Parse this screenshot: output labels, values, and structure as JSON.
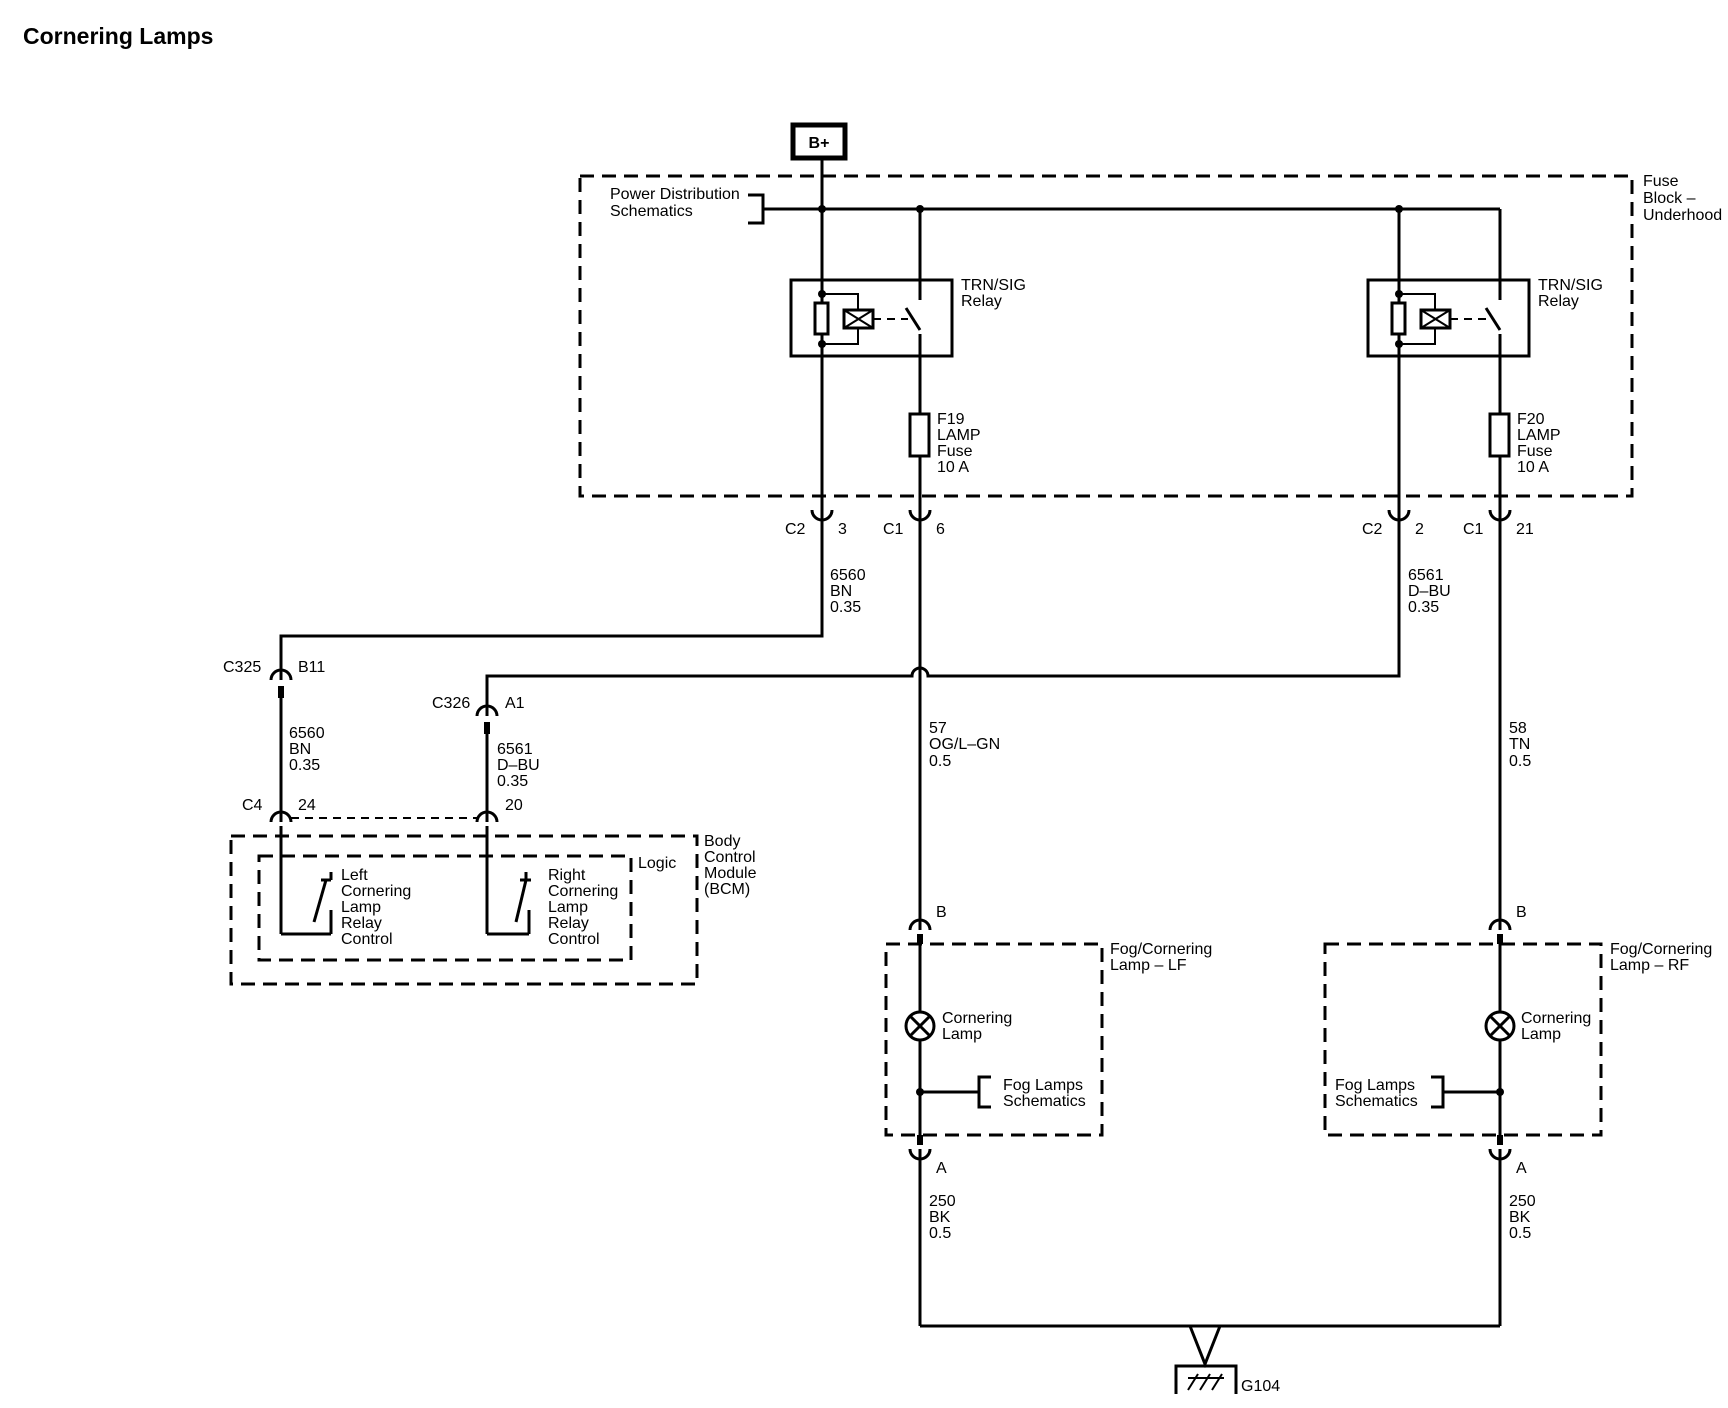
{
  "title": "Cornering Lamps",
  "power": "B+",
  "fuse_block": {
    "name": [
      "Fuse",
      "Block –",
      "Underhood"
    ]
  },
  "power_distribution": [
    "Power Distribution",
    "Schematics"
  ],
  "relays": [
    {
      "label": [
        "TRN/SIG",
        "Relay"
      ]
    },
    {
      "label": [
        "TRN/SIG",
        "Relay"
      ]
    }
  ],
  "fuses": [
    {
      "label": [
        "F19",
        "LAMP",
        "Fuse",
        "10 A"
      ]
    },
    {
      "label": [
        "F20",
        "LAMP",
        "Fuse",
        "10 A"
      ]
    }
  ],
  "fuse_block_connectors": [
    {
      "connector": "C2",
      "pin": "3"
    },
    {
      "connector": "C1",
      "pin": "6"
    },
    {
      "connector": "C2",
      "pin": "2"
    },
    {
      "connector": "C1",
      "pin": "21"
    }
  ],
  "wires": {
    "w6560_a": [
      "6560",
      "BN",
      "0.35"
    ],
    "w6561_a": [
      "6561",
      "D–BU",
      "0.35"
    ],
    "w57": [
      "57",
      "OG/L–GN",
      "0.5"
    ],
    "w58": [
      "58",
      "TN",
      "0.5"
    ],
    "w6560_b": [
      "6560",
      "BN",
      "0.35"
    ],
    "w6561_b": [
      "6561",
      "D–BU",
      "0.35"
    ],
    "w250_lf": [
      "250",
      "BK",
      "0.5"
    ],
    "w250_rf": [
      "250",
      "BK",
      "0.5"
    ]
  },
  "inline_connectors": [
    {
      "connector": "C325",
      "pin": "B11"
    },
    {
      "connector": "C326",
      "pin": "A1"
    }
  ],
  "bcm": {
    "name": [
      "Body",
      "Control",
      "Module",
      "(BCM)"
    ],
    "logic": "Logic",
    "connector": "C4",
    "pins": [
      "24",
      "20"
    ],
    "left_control": [
      "Left",
      "Cornering",
      "Lamp",
      "Relay",
      "Control"
    ],
    "right_control": [
      "Right",
      "Cornering",
      "Lamp",
      "Relay",
      "Control"
    ]
  },
  "lamps": [
    {
      "name": [
        "Fog/Cornering",
        "Lamp – LF"
      ],
      "bulb": [
        "Cornering",
        "Lamp"
      ],
      "fog_ref": [
        "Fog Lamps",
        "Schematics"
      ],
      "pin_top": "B",
      "pin_bottom": "A"
    },
    {
      "name": [
        "Fog/Cornering",
        "Lamp – RF"
      ],
      "bulb": [
        "Cornering",
        "Lamp"
      ],
      "fog_ref": [
        "Fog Lamps",
        "Schematics"
      ],
      "pin_top": "B",
      "pin_bottom": "A"
    }
  ],
  "ground": "G104"
}
